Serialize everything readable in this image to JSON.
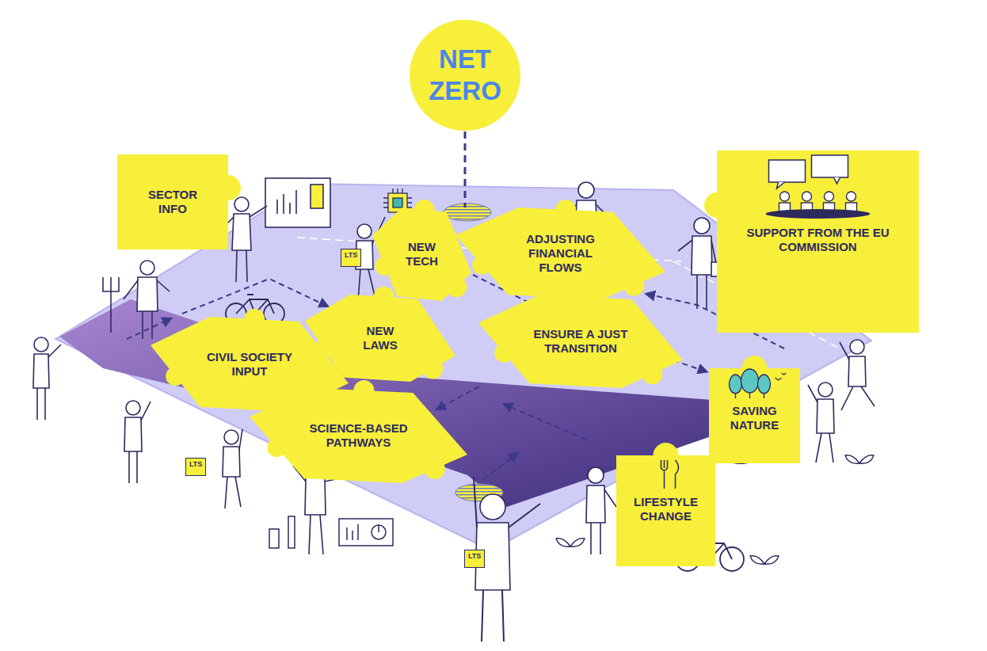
{
  "diagram": {
    "nodes": [
      {
        "text": [
          "NET ZERO"
        ]
      },
      {
        "text": [
          "SECTOR INFO"
        ]
      },
      {
        "text": [
          "NEW TECH"
        ]
      },
      {
        "text": [
          "ADJUSTING FINANCIAL FLOWS"
        ]
      },
      {
        "text": [
          "SUPPORT FROM THE EU COMMISSION"
        ]
      },
      {
        "text": [
          "NEW LAWS"
        ]
      },
      {
        "text": [
          "ENSURE A JUST TRANSITION"
        ]
      },
      {
        "text": [
          "CIVIL SOCIETY INPUT"
        ]
      },
      {
        "text": [
          "SCIENCE-BASED PATHWAYS"
        ]
      },
      {
        "text": [
          "SAVING NATURE"
        ]
      },
      {
        "text": [
          "LIFESTYLE CHANGE"
        ]
      }
    ],
    "labels": [
      "LTS",
      "LTS",
      "LTS"
    ]
  }
}
